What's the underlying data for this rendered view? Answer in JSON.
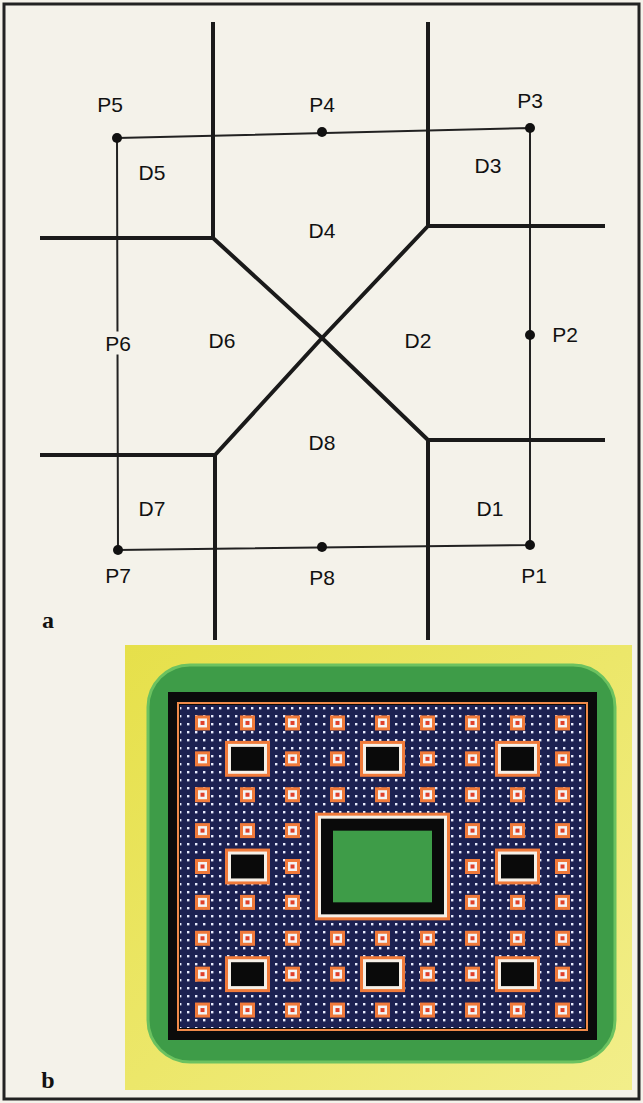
{
  "diagram": {
    "labels": [
      "P5",
      "P4",
      "P3",
      "D5",
      "D3",
      "D4",
      "P6",
      "D6",
      "D2",
      "P2",
      "D8",
      "D7",
      "D1",
      "P7",
      "P8",
      "P1",
      "a",
      "b"
    ]
  }
}
